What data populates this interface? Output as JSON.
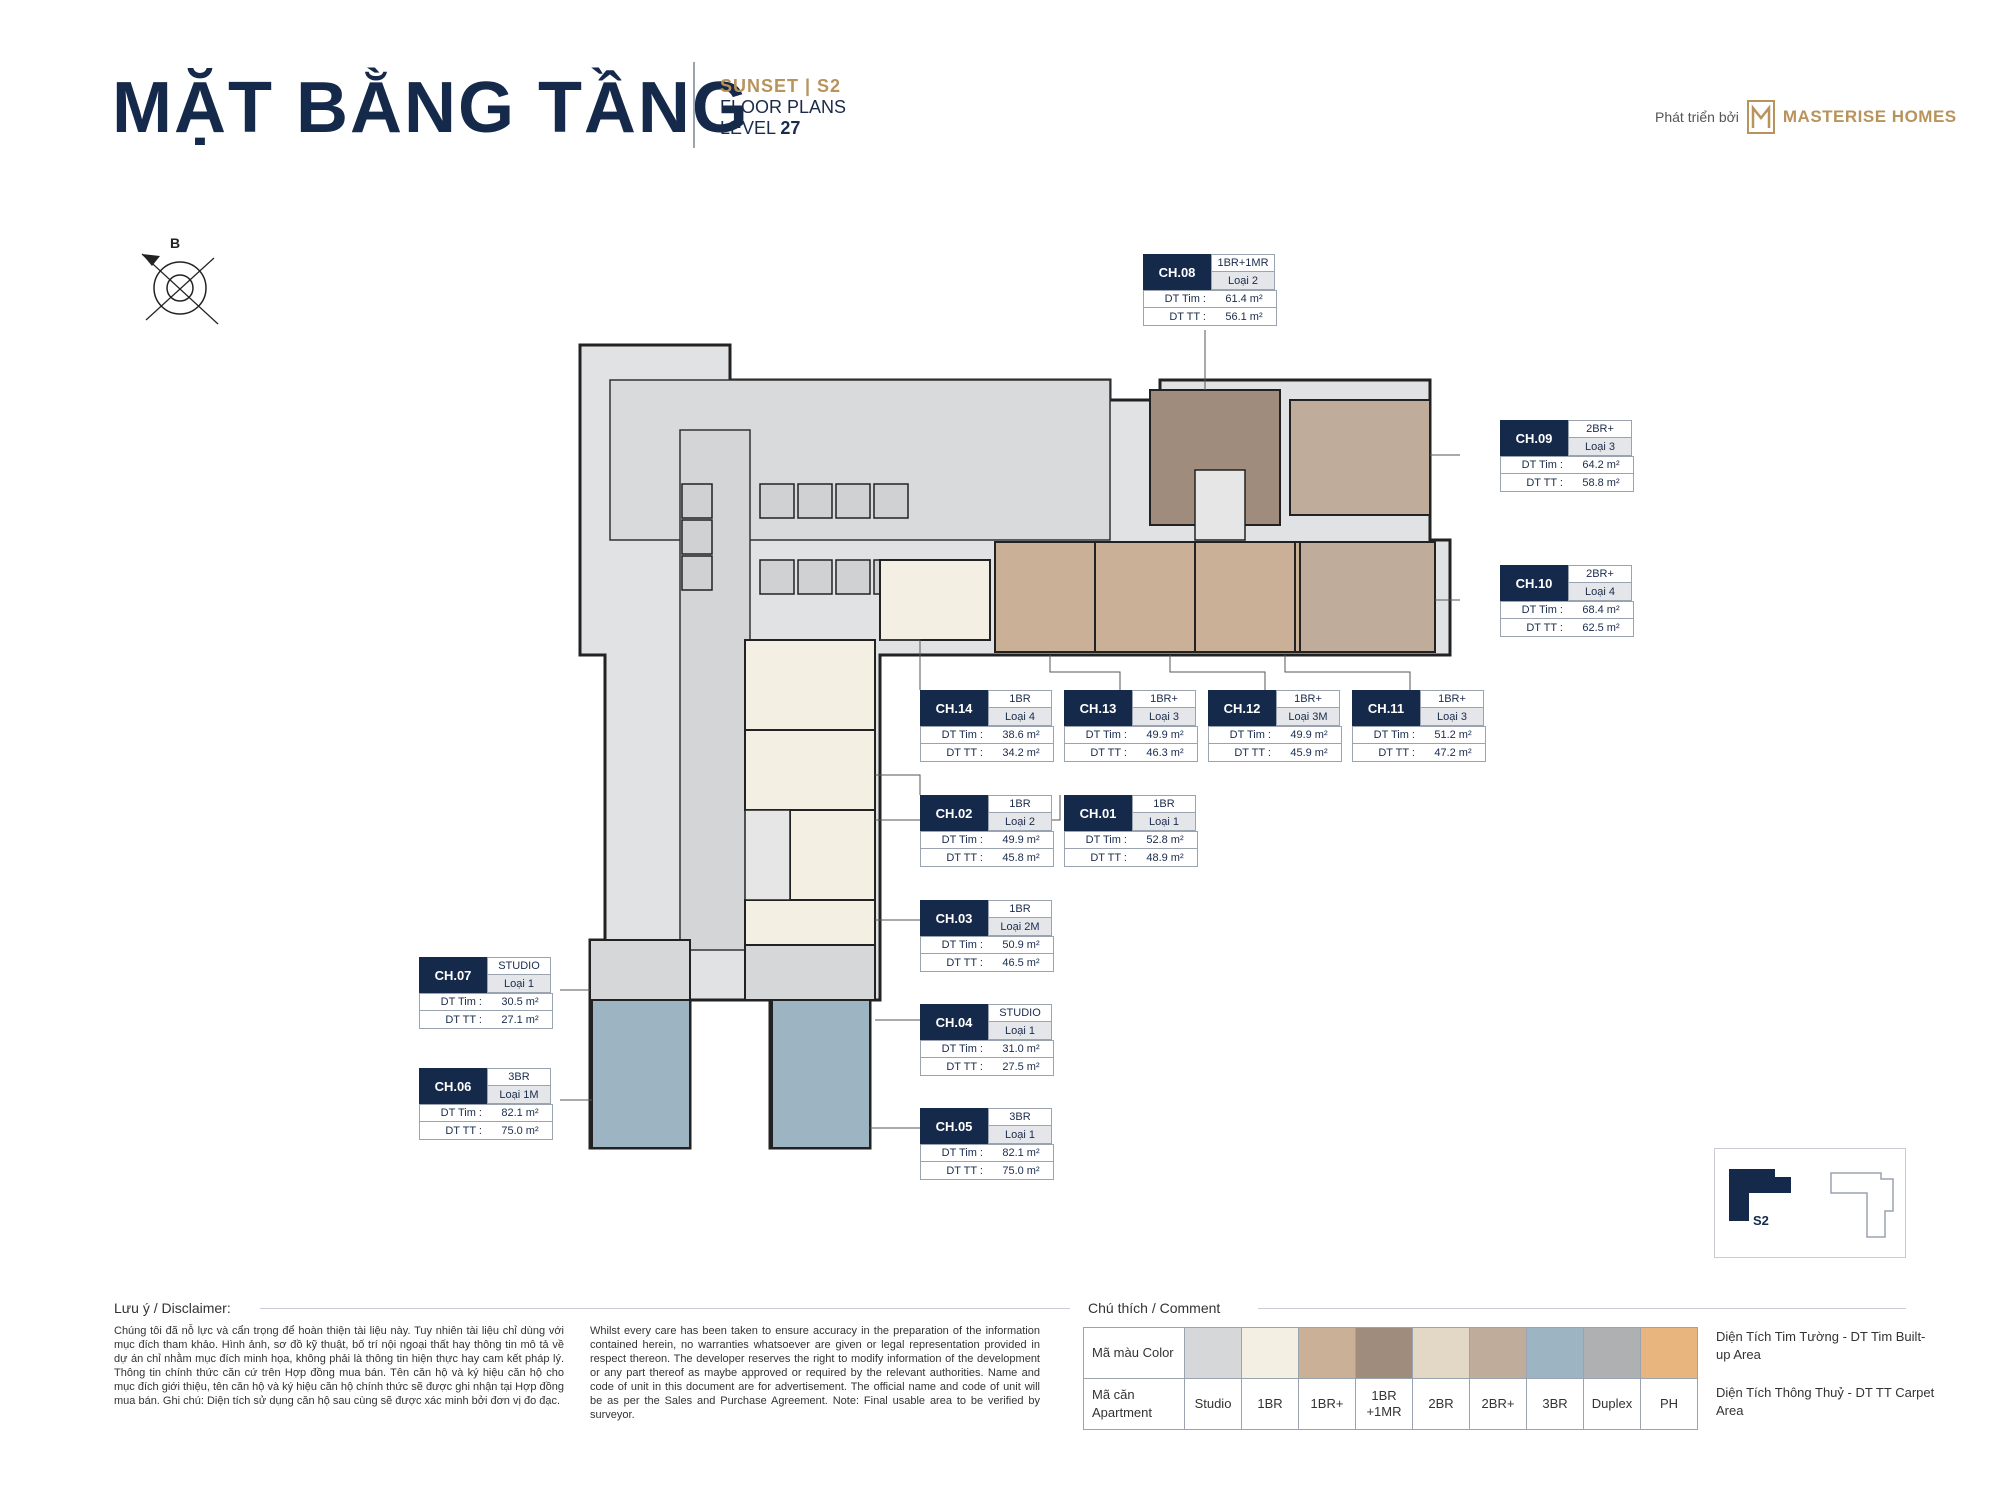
{
  "header": {
    "title": "MẶT BẰNG TẦNG",
    "project": "SUNSET | S2",
    "floor_plans": "FLOOR PLANS",
    "level_label": "LEVEL",
    "level_value": "27",
    "brand_prefix": "Phát triển bởi",
    "brand_name": "MASTERISE HOMES"
  },
  "compass": {
    "north_letter": "B"
  },
  "units": [
    {
      "code": "CH.08",
      "type": "1BR+1MR",
      "loai": "Loại 2",
      "dt_tim_label": "DT Tim :",
      "dt_tim": "61.4 m²",
      "dt_tt_label": "DT TT :",
      "dt_tt": "56.1 m²"
    },
    {
      "code": "CH.09",
      "type": "2BR+",
      "loai": "Loại 3",
      "dt_tim_label": "DT Tim :",
      "dt_tim": "64.2 m²",
      "dt_tt_label": "DT TT :",
      "dt_tt": "58.8 m²"
    },
    {
      "code": "CH.10",
      "type": "2BR+",
      "loai": "Loại 4",
      "dt_tim_label": "DT Tim :",
      "dt_tim": "68.4 m²",
      "dt_tt_label": "DT TT :",
      "dt_tt": "62.5 m²"
    },
    {
      "code": "CH.14",
      "type": "1BR",
      "loai": "Loại 4",
      "dt_tim_label": "DT Tim :",
      "dt_tim": "38.6 m²",
      "dt_tt_label": "DT TT :",
      "dt_tt": "34.2 m²"
    },
    {
      "code": "CH.13",
      "type": "1BR+",
      "loai": "Loại 3",
      "dt_tim_label": "DT Tim :",
      "dt_tim": "49.9 m²",
      "dt_tt_label": "DT TT :",
      "dt_tt": "46.3 m²"
    },
    {
      "code": "CH.12",
      "type": "1BR+",
      "loai": "Loại 3M",
      "dt_tim_label": "DT Tim :",
      "dt_tim": "49.9 m²",
      "dt_tt_label": "DT TT :",
      "dt_tt": "45.9 m²"
    },
    {
      "code": "CH.11",
      "type": "1BR+",
      "loai": "Loại 3",
      "dt_tim_label": "DT Tim :",
      "dt_tim": "51.2 m²",
      "dt_tt_label": "DT TT :",
      "dt_tt": "47.2 m²"
    },
    {
      "code": "CH.02",
      "type": "1BR",
      "loai": "Loại 2",
      "dt_tim_label": "DT Tim :",
      "dt_tim": "49.9 m²",
      "dt_tt_label": "DT TT :",
      "dt_tt": "45.8 m²"
    },
    {
      "code": "CH.01",
      "type": "1BR",
      "loai": "Loại 1",
      "dt_tim_label": "DT Tim :",
      "dt_tim": "52.8 m²",
      "dt_tt_label": "DT TT :",
      "dt_tt": "48.9 m²"
    },
    {
      "code": "CH.03",
      "type": "1BR",
      "loai": "Loại 2M",
      "dt_tim_label": "DT Tim :",
      "dt_tim": "50.9 m²",
      "dt_tt_label": "DT TT :",
      "dt_tt": "46.5 m²"
    },
    {
      "code": "CH.07",
      "type": "STUDIO",
      "loai": "Loại 1",
      "dt_tim_label": "DT Tim :",
      "dt_tim": "30.5 m²",
      "dt_tt_label": "DT TT :",
      "dt_tt": "27.1 m²"
    },
    {
      "code": "CH.04",
      "type": "STUDIO",
      "loai": "Loại 1",
      "dt_tim_label": "DT Tim :",
      "dt_tim": "31.0 m²",
      "dt_tt_label": "DT TT :",
      "dt_tt": "27.5 m²"
    },
    {
      "code": "CH.06",
      "type": "3BR",
      "loai": "Loại 1M",
      "dt_tim_label": "DT Tim :",
      "dt_tim": "82.1 m²",
      "dt_tt_label": "DT TT :",
      "dt_tt": "75.0 m²"
    },
    {
      "code": "CH.05",
      "type": "3BR",
      "loai": "Loại 1",
      "dt_tim_label": "DT Tim :",
      "dt_tim": "82.1 m²",
      "dt_tt_label": "DT TT :",
      "dt_tt": "75.0 m²"
    }
  ],
  "keyplan": {
    "label": "S2"
  },
  "disclaimer": {
    "title": "Lưu ý / Disclaimer:",
    "vi": "Chúng tôi đã nỗ lực và cẩn trọng để hoàn thiện tài liệu này. Tuy nhiên tài liệu chỉ dùng với mục đích tham khảo. Hình ảnh, sơ đồ kỹ thuật, bố trí nội ngoại thất hay thông tin mô tả về dự án chỉ nhằm mục đích minh họa, không phải là thông tin hiện thực hay cam kết pháp lý. Thông tin chính thức căn cứ trên Hợp đồng mua bán. Tên căn hộ và ký hiệu căn hộ cho mục đích giới thiệu, tên căn hộ và ký hiệu căn hộ chính thức sẽ được ghi nhận tại Hợp đồng mua bán. Ghi chú: Diện tích sử dụng căn hộ sau cùng sẽ được xác minh bởi đơn vị đo đạc.",
    "en": "Whilst every care has been taken to ensure accuracy in the preparation of the information contained herein, no warranties whatsoever are given or legal representation provided in respect thereon. The developer reserves the right to modify information of the development or any part thereof as maybe approved or required by the relevant authorities. Name and code of unit in this document are for advertisement. The official name and code of unit will be as per the Sales and Purchase Agreement. Note: Final usable area to be verified by surveyor."
  },
  "legend": {
    "title": "Chú thích / Comment",
    "color_header": "Mã màu Color",
    "apartment_header": "Mã căn Apartment",
    "items": [
      {
        "name": "Studio",
        "color": "#d6d7d9"
      },
      {
        "name": "1BR",
        "color": "#f4efe3"
      },
      {
        "name": "1BR+",
        "color": "#c9b096"
      },
      {
        "name": "1BR +1MR",
        "color": "#a08c7c"
      },
      {
        "name": "2BR",
        "color": "#e3d7c5"
      },
      {
        "name": "2BR+",
        "color": "#bfac9b"
      },
      {
        "name": "3BR",
        "color": "#9db4c3"
      },
      {
        "name": "Duplex",
        "color": "#aeb0b2"
      },
      {
        "name": "PH",
        "color": "#e8b57f"
      }
    ],
    "builtup": "Diện Tích Tim Tường - DT Tim Built-up Area",
    "carpet": "Diện Tích Thông Thuỷ - DT TT Carpet Area"
  }
}
